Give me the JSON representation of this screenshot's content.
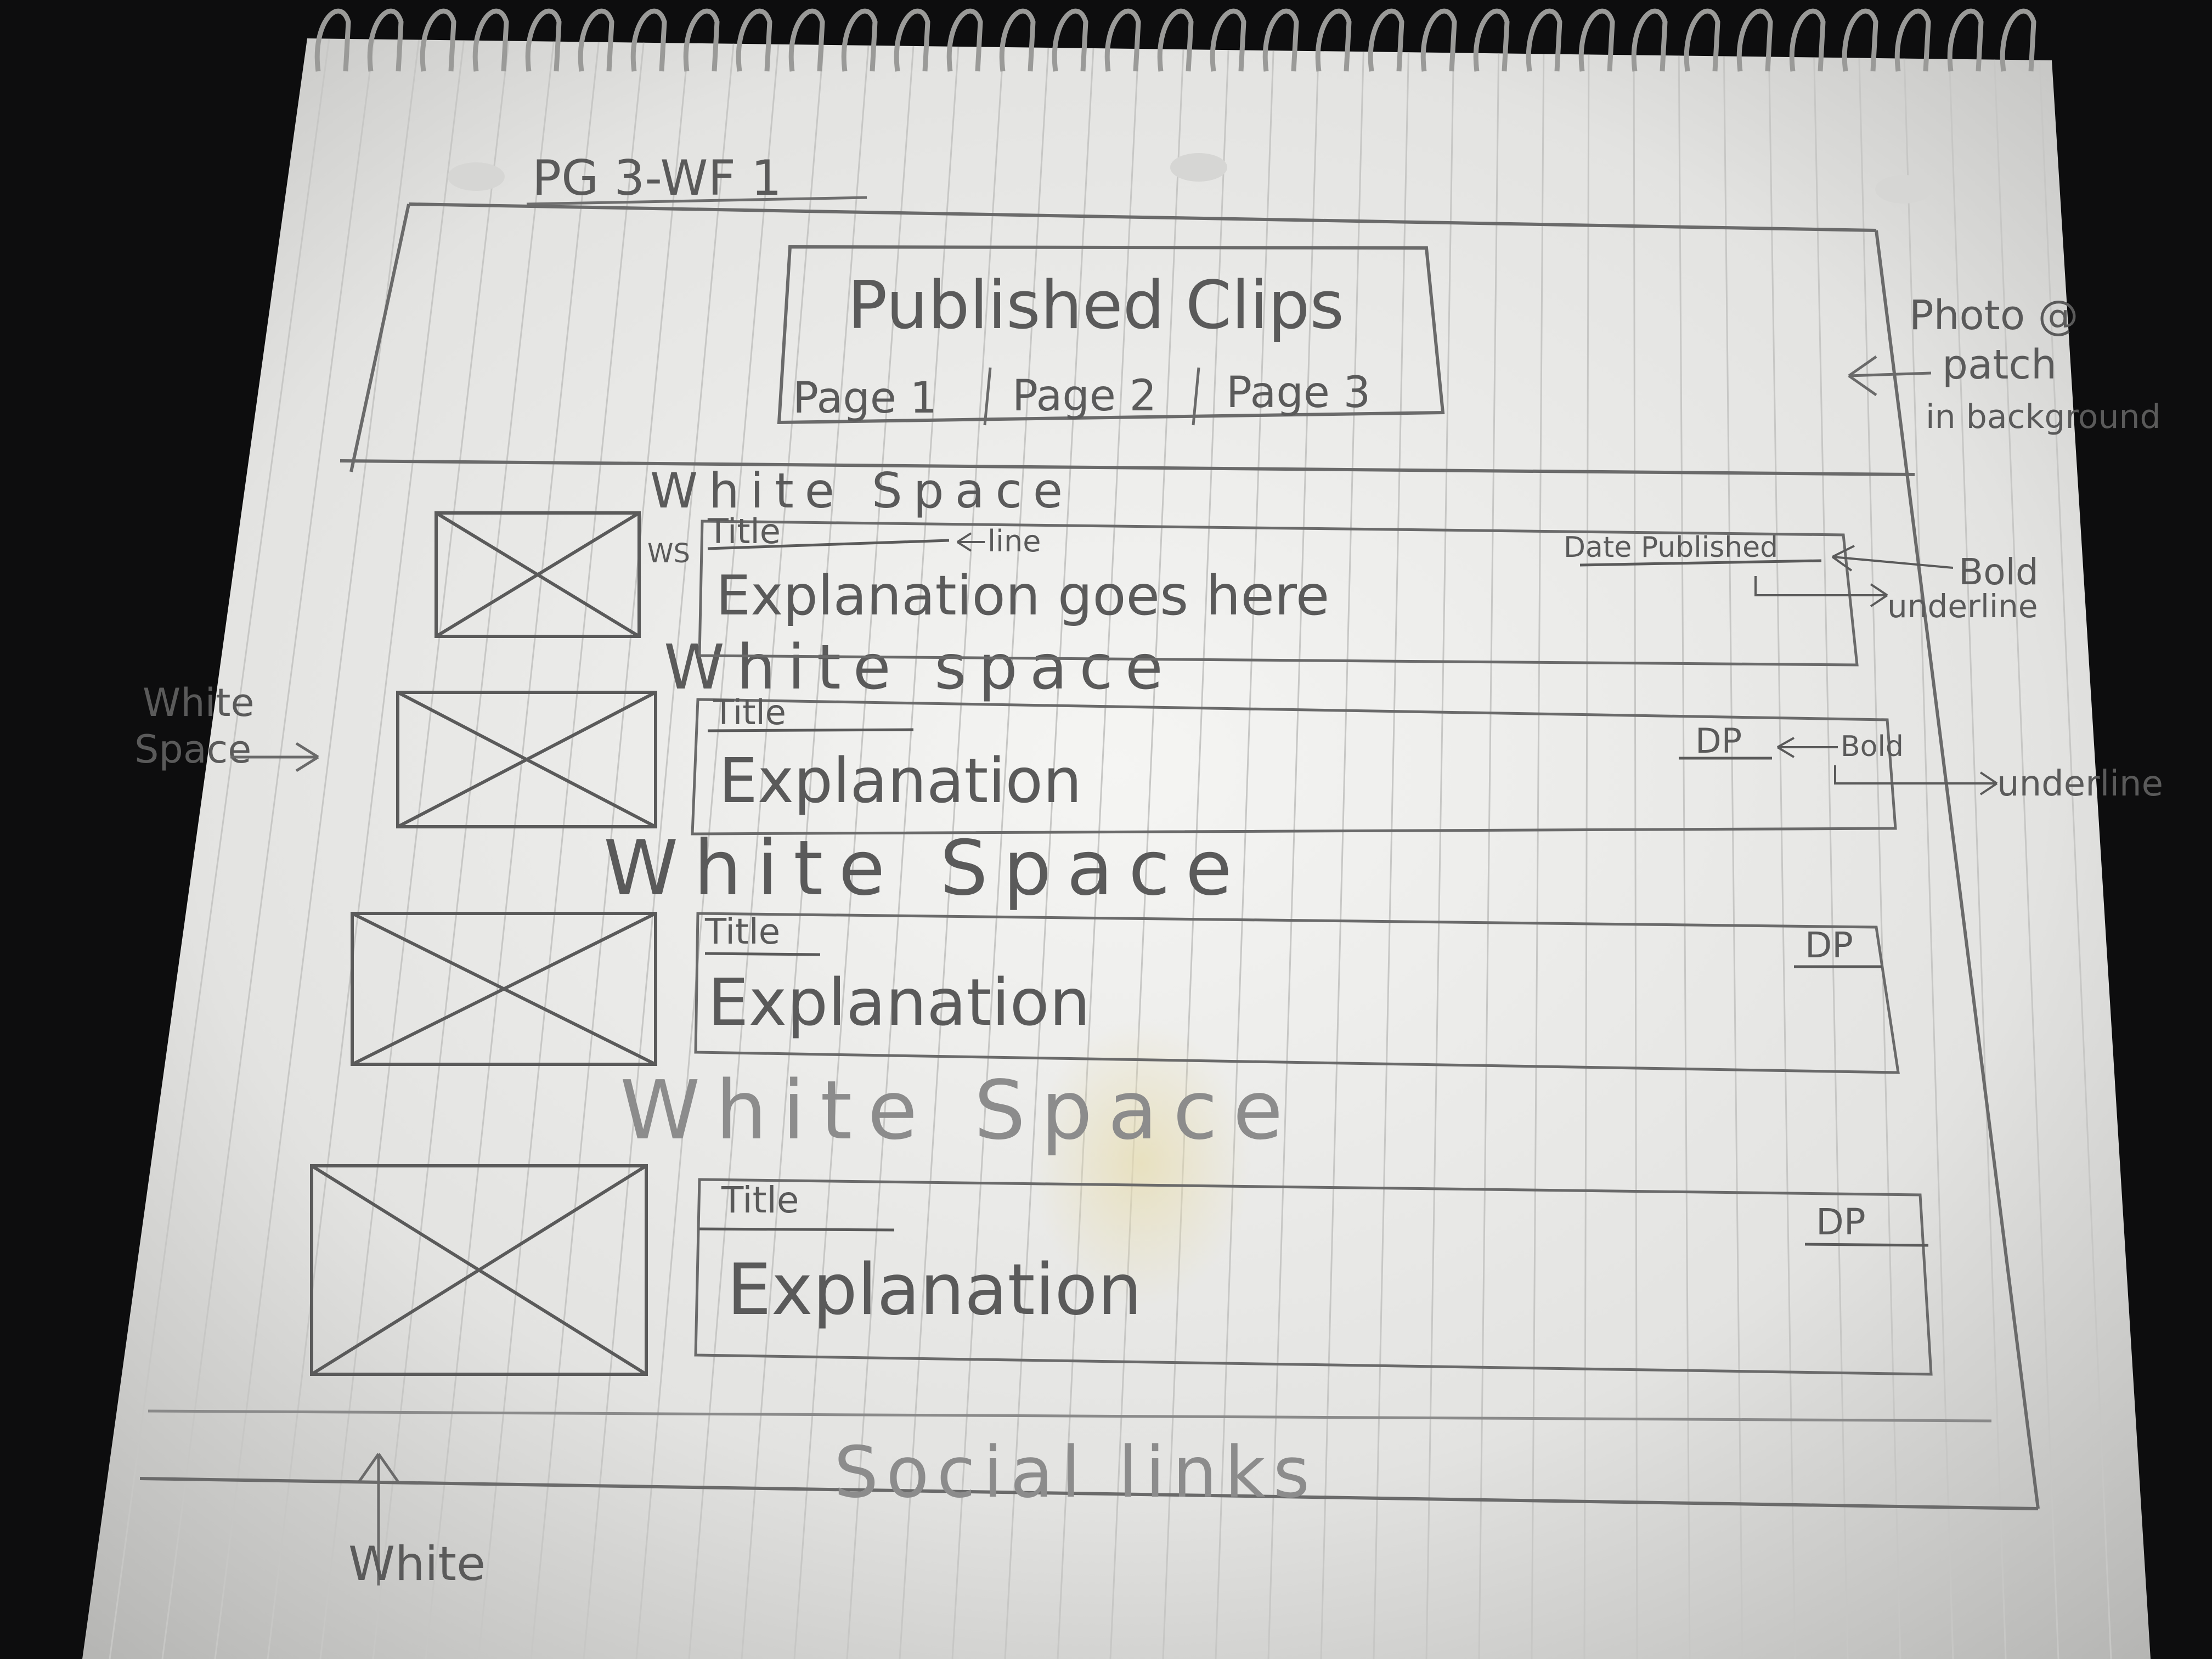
{
  "page_label": "PG 3-WF 1",
  "header": {
    "title": "Published Clips",
    "nav": [
      "Page 1",
      "Page 2",
      "Page 3"
    ]
  },
  "side_notes": {
    "photo_note": [
      "Photo @",
      "patch",
      "in background"
    ],
    "left_note": [
      "White",
      "Space"
    ],
    "bottom_note": "White"
  },
  "annotations": {
    "line": "line",
    "ws": "WS",
    "bold": "Bold",
    "underline": "underline"
  },
  "white_space_labels": [
    "White Space",
    "White space",
    "White Space",
    "White Space"
  ],
  "clips": [
    {
      "title": "Title",
      "explanation": "Explanation goes here",
      "date": "Date Published"
    },
    {
      "title": "Title",
      "explanation": "Explanation",
      "date": "DP"
    },
    {
      "title": "Title",
      "explanation": "Explanation",
      "date": "DP"
    },
    {
      "title": "Title",
      "explanation": "Explanation",
      "date": "DP"
    }
  ],
  "footer": {
    "social": "Social links"
  }
}
